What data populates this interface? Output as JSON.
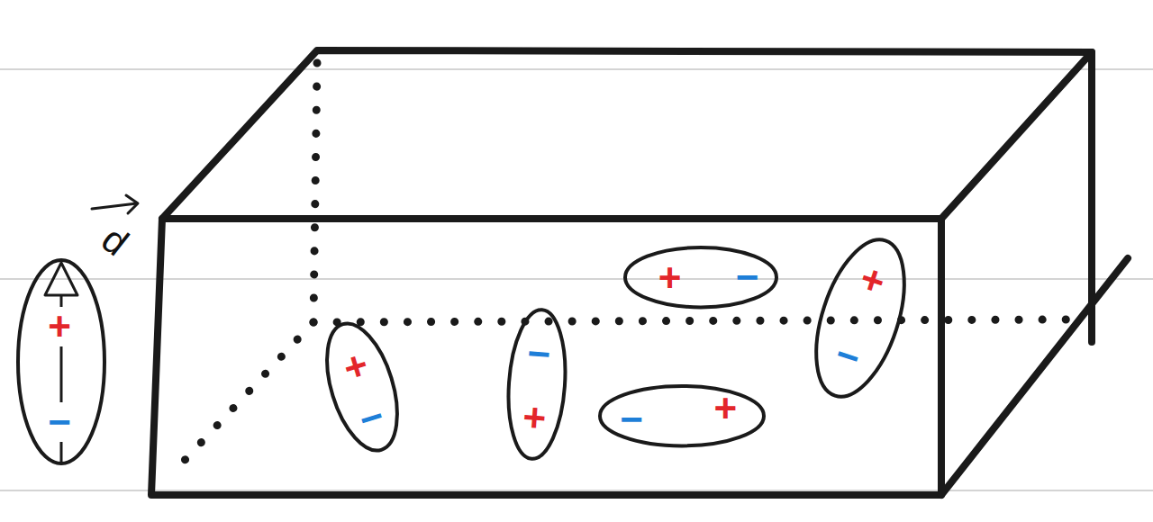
{
  "diagram": {
    "nodes": [
      {
        "text": [
          "+",
          "−"
        ]
      },
      {
        "text": [
          "+",
          "−"
        ]
      },
      {
        "text": [
          "−",
          "+"
        ]
      },
      {
        "text": [
          "+",
          "−"
        ]
      },
      {
        "text": [
          "−",
          "+"
        ]
      },
      {
        "text": [
          "+",
          "−"
        ]
      }
    ],
    "labels": [
      "d"
    ]
  }
}
